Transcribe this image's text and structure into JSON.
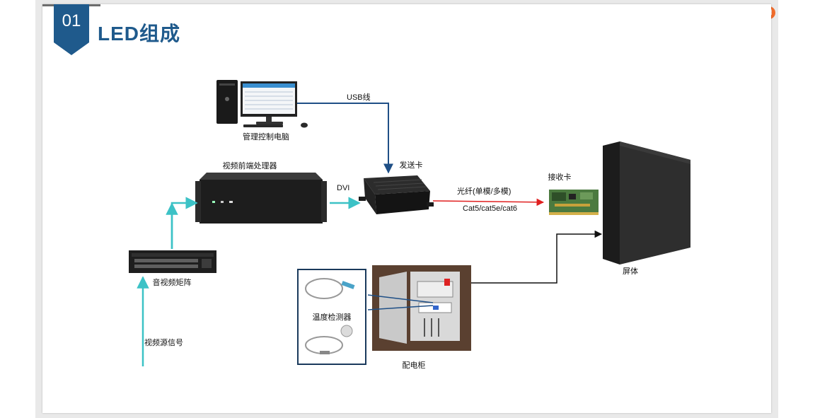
{
  "slide": {
    "number": "01",
    "title": "LED组成"
  },
  "diagram": {
    "nodes": {
      "computer": "管理控制电脑",
      "video_processor": "视频前端处理器",
      "sender_card": "发送卡",
      "receiver_card": "接收卡",
      "screen": "屏体",
      "av_matrix": "音视频矩阵",
      "temp_sensor": "温度检测器",
      "power_cabinet": "配电柜",
      "video_source": "视频源信号"
    },
    "edges": {
      "usb": "USB线",
      "dvi": "DVI",
      "fiber": "光纤(单模/多模)",
      "cat": "Cat5/cat5e/cat6"
    },
    "colors": {
      "teal": "#3cc2c6",
      "navy": "#1f4f86",
      "red": "#e02020",
      "black": "#111111"
    }
  },
  "icons": {
    "corner": "pdf-tool-icon"
  }
}
